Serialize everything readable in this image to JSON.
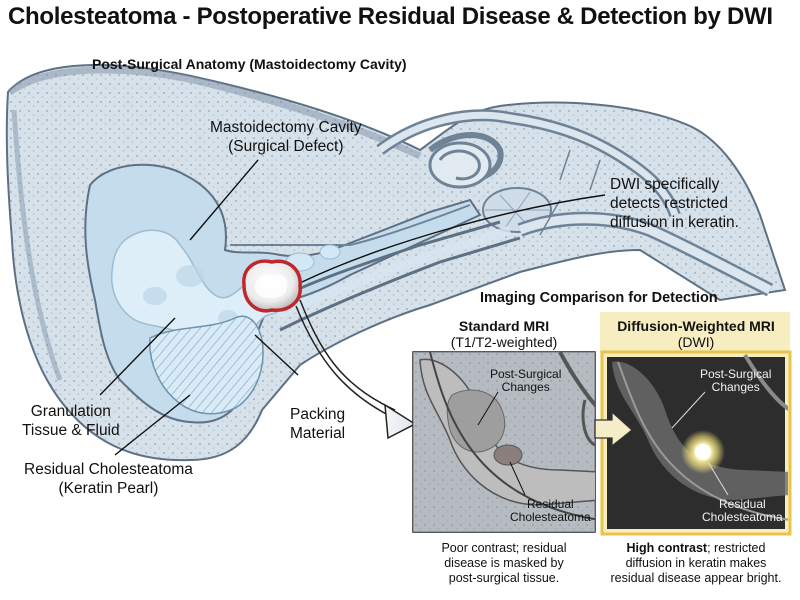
{
  "title": "Cholesteatoma - Postoperative Residual Disease & Detection by DWI",
  "anatomy": {
    "subtitle": "Post-Surgical Anatomy (Mastoidectomy Cavity)",
    "labels": {
      "cavity_line1": "Mastoidectomy Cavity",
      "cavity_line2": "(Surgical Defect)",
      "dwi_line1": "DWI specifically",
      "dwi_line2": "detects restricted",
      "dwi_line3": "diffusion in keratin.",
      "granulation_line1": "Granulation",
      "granulation_line2": "Tissue & Fluid",
      "packing_line1": "Packing",
      "packing_line2": "Material",
      "residual_line1": "Residual Cholesteatoma",
      "residual_line2": "(Keratin Pearl)"
    }
  },
  "comparison": {
    "heading": "Imaging Comparison for Detection",
    "standard": {
      "title": "Standard MRI",
      "subtitle": "(T1/T2-weighted)",
      "label_changes_1": "Post-Surgical",
      "label_changes_2": "Changes",
      "label_residual_1": "Residual",
      "label_residual_2": "Cholesteatoma",
      "caption_1": "Poor contrast; residual",
      "caption_2": "disease is masked by",
      "caption_3": "post-surgical tissue."
    },
    "dwi": {
      "title": "Diffusion-Weighted MRI",
      "subtitle": "(DWI)",
      "label_changes_1": "Post-Surgical",
      "label_changes_2": "Changes",
      "label_residual_1": "Residual",
      "label_residual_2": "Cholesteatoma",
      "caption_bold": "High contrast",
      "caption_1_rest": "; restricted",
      "caption_2": "diffusion in keratin makes",
      "caption_3": "residual disease appear bright."
    }
  },
  "colors": {
    "bone": "#cfdbe6",
    "bone_dark": "#8fa3b5",
    "cavity": "#c3dcee",
    "fluid": "#d7ebf7",
    "lesion_outline": "#c0272d",
    "dwi_highlight": "#f6edc0",
    "dwi_border": "#e9c44a"
  }
}
